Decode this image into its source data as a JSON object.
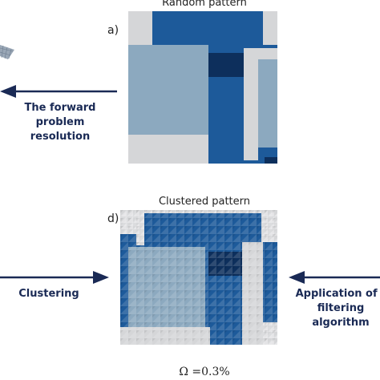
{
  "top_panel": {
    "label": "a)",
    "title": "Random pattern"
  },
  "bottom_panel": {
    "label": "d)",
    "title": "Clustered pattern",
    "footer": "Ω =0.3%"
  },
  "arrows": {
    "forward": {
      "line1": "The forward problem",
      "line2": "resolution"
    },
    "clustering": {
      "label": "Clustering"
    },
    "filtering": {
      "line1": "Application of t",
      "line2": "filtering",
      "line3": "algorithm"
    }
  },
  "colors": {
    "dark_blue": "#1d5a9a",
    "navy": "#0d2f5c",
    "light_blue": "#8ca9bf",
    "grey": "#d5d6d8",
    "arrow": "#1a2a55"
  }
}
